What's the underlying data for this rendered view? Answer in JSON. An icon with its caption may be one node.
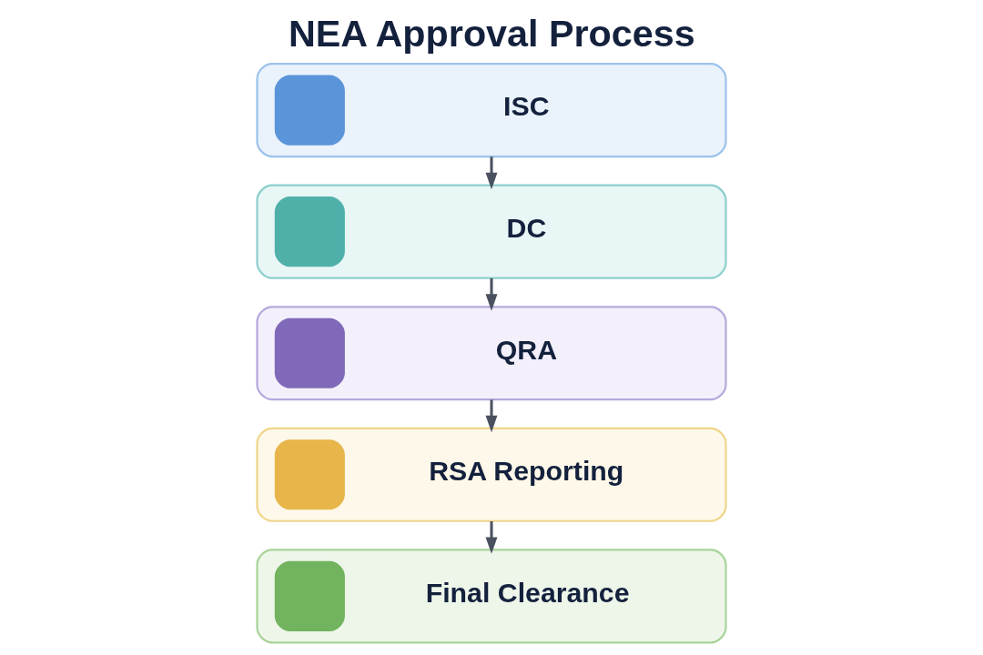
{
  "diagram": {
    "title": "NEA Approval Process",
    "nodes": [
      {
        "text": [
          "ISC"
        ]
      },
      {
        "text": [
          "DC"
        ]
      },
      {
        "text": [
          "QRA"
        ]
      },
      {
        "text": [
          "RSA Reporting"
        ]
      },
      {
        "text": [
          "Final Clearance"
        ]
      }
    ],
    "edges": [
      {
        "from": 0,
        "to": 1,
        "arrow": "to"
      },
      {
        "from": 1,
        "to": 2,
        "arrow": "to"
      },
      {
        "from": 2,
        "to": 3,
        "arrow": "to"
      },
      {
        "from": 3,
        "to": 4,
        "arrow": "to"
      }
    ]
  }
}
